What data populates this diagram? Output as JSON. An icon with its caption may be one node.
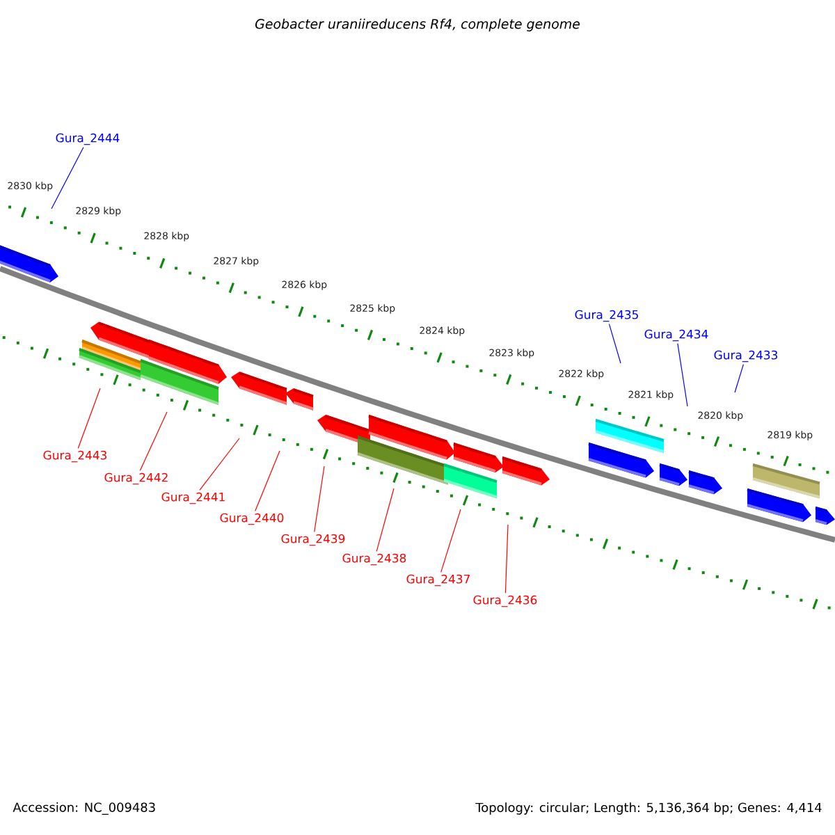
{
  "diagram": {
    "title": "*Geobacter uraniireducens* Rf4, complete genome",
    "nodes": [
      {
        "text": [
          "Gura_2444"
        ]
      },
      {
        "text": [
          "Gura_2435"
        ]
      },
      {
        "text": [
          "Gura_2434"
        ]
      },
      {
        "text": [
          "Gura_2433"
        ]
      },
      {
        "text": [
          "Gura_2443"
        ]
      },
      {
        "text": [
          "Gura_2442"
        ]
      },
      {
        "text": [
          "Gura_2441"
        ]
      },
      {
        "text": [
          "Gura_2440"
        ]
      },
      {
        "text": [
          "Gura_2439"
        ]
      },
      {
        "text": [
          "Gura_2438"
        ]
      },
      {
        "text": [
          "Gura_2437"
        ]
      },
      {
        "text": [
          "Gura_2436"
        ]
      }
    ],
    "edges": [
      {
        "from": 0,
        "to": null,
        "arrow": "none",
        "color": "#0000ff"
      },
      {
        "from": 1,
        "to": null,
        "arrow": "none",
        "color": "#0000ff"
      },
      {
        "from": 2,
        "to": null,
        "arrow": "none",
        "color": "#0000ff"
      },
      {
        "from": 3,
        "to": null,
        "arrow": "none",
        "color": "#0000ff"
      },
      {
        "from": 4,
        "to": null,
        "arrow": "none"
      },
      {
        "from": 5,
        "to": null,
        "arrow": "none"
      },
      {
        "from": 6,
        "to": null,
        "arrow": "none"
      },
      {
        "from": 7,
        "to": null,
        "arrow": "none"
      },
      {
        "from": 8,
        "to": null,
        "arrow": "none"
      },
      {
        "from": 9,
        "to": null,
        "arrow": "none"
      },
      {
        "from": 10,
        "to": null,
        "arrow": "none"
      },
      {
        "from": 11,
        "to": null,
        "arrow": "none"
      }
    ],
    "labels": [
      "2830 kbp",
      "2829 kbp",
      "2828 kbp",
      "2827 kbp",
      "2826 kbp",
      "2825 kbp",
      "2824 kbp",
      "2823 kbp",
      "2822 kbp",
      "2821 kbp",
      "2820 kbp",
      "2819 kbp",
      "Accession: NC_009483",
      "Topology: circular; Length: 5,136,364 bp; Genes: 4,414"
    ]
  }
}
